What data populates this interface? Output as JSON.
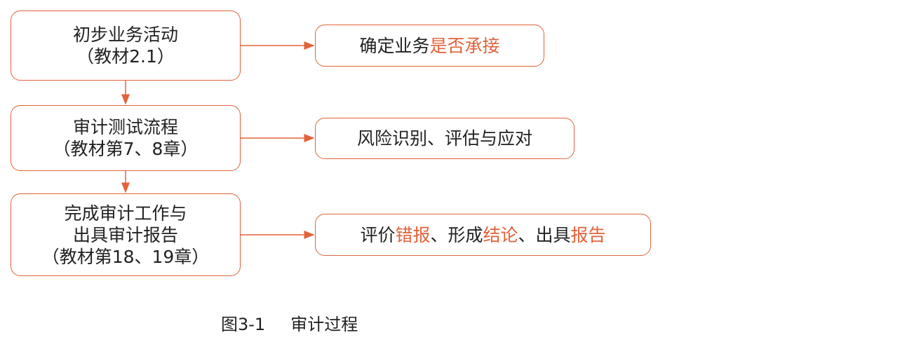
{
  "steps": [
    {
      "lines": [
        "初步业务活动",
        "（教材2.1）"
      ]
    },
    {
      "lines": [
        "审计测试流程",
        "（教材第7、8章）"
      ]
    },
    {
      "lines": [
        "完成审计工作与",
        "出具审计报告",
        "（教材第18、19章）"
      ]
    }
  ],
  "results": [
    {
      "segments": [
        {
          "text": "确定业务",
          "hl": false
        },
        {
          "text": "是否承接",
          "hl": true
        }
      ]
    },
    {
      "segments": [
        {
          "text": "风险识别、评估与应对",
          "hl": false
        }
      ]
    },
    {
      "segments": [
        {
          "text": "评价",
          "hl": false
        },
        {
          "text": "错报",
          "hl": true
        },
        {
          "text": "、形成",
          "hl": false
        },
        {
          "text": "结论",
          "hl": true
        },
        {
          "text": "、出具",
          "hl": false
        },
        {
          "text": "报告",
          "hl": true
        }
      ]
    }
  ],
  "caption": {
    "number": "图3-1",
    "title": "审计过程"
  },
  "colors": {
    "accent": "#e2623a"
  }
}
